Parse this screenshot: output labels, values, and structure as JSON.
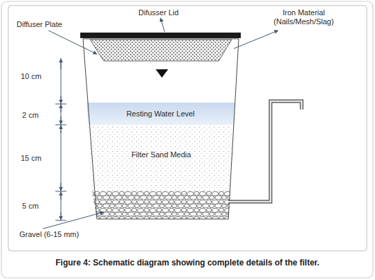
{
  "diagram": {
    "caption": "Figure 4: Schematic diagram showing complete details of the filter.",
    "nodes": [
      {
        "text": [
          "Resting Water Level"
        ]
      },
      {
        "text": [
          "Filter Sand Media"
        ]
      }
    ],
    "labels": [
      "Diffuser Plate",
      "Difusser Lid",
      "Iron Material (Nails/Mesh/Slag)",
      "10 cm",
      "2 cm",
      "15 cm",
      "5 cm",
      "Gravel (6-15 mm)"
    ]
  }
}
